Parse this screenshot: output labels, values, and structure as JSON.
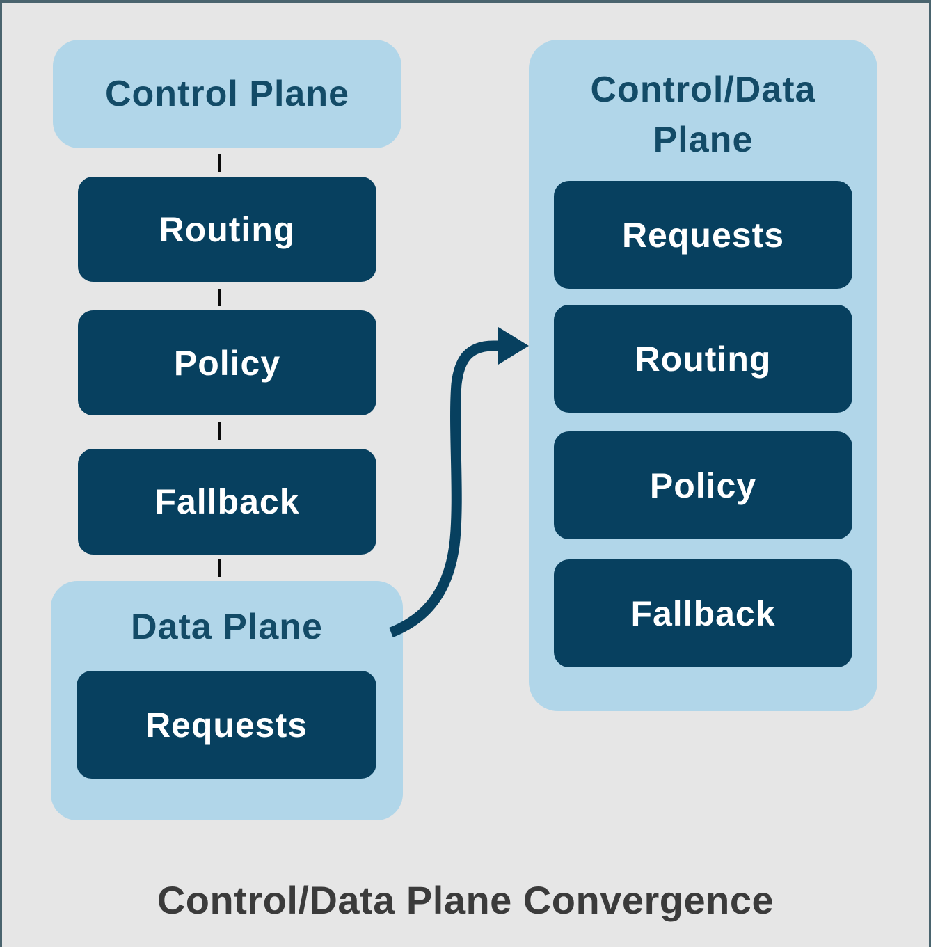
{
  "diagram": {
    "caption": "Control/Data Plane Convergence",
    "left_column": {
      "control_plane": {
        "title": "Control Plane"
      },
      "pipeline": [
        "Routing",
        "Policy",
        "Fallback"
      ],
      "data_plane": {
        "title": "Data Plane",
        "pipeline": [
          "Requests"
        ]
      }
    },
    "right_column": {
      "converged_plane": {
        "title_line_1": "Control/Data",
        "title_line_2": "Plane",
        "pipeline": [
          "Requests",
          "Routing",
          "Policy",
          "Fallback"
        ]
      }
    },
    "colors": {
      "background": "#e6e6e6",
      "frame_border": "#4a646e",
      "panel_light_blue": "#b1d6e9",
      "node_dark_navy": "#07405f",
      "node_text": "#ffffff",
      "panel_title_text": "#134b67",
      "caption_text": "#3b3b3b",
      "connector_dash": "#0a0a0a",
      "arrow": "#07405f"
    }
  }
}
